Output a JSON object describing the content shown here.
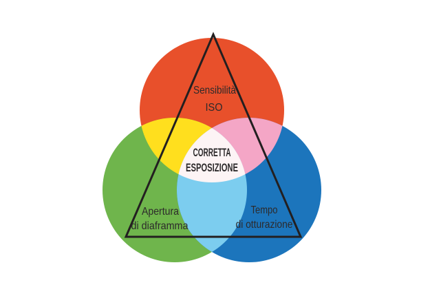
{
  "diagram": {
    "top_circle": {
      "line1": "Sensibilità",
      "line2": "ISO"
    },
    "left_circle": {
      "line1": "Apertura",
      "line2": "di diaframma"
    },
    "right_circle": {
      "line1": "Tempo",
      "line2": "di otturazione"
    },
    "center_region": {
      "line1": "CORRETTA",
      "line2": "ESPOSIZIONE"
    }
  },
  "colors": {
    "background": "#FFFFFF",
    "red": "#E8502B",
    "green": "#6FB54C",
    "blue": "#1C75BC",
    "yellow": "#FFDF1E",
    "pink": "#F4A6C6",
    "cyan": "#7CCDEF",
    "center": "#FDF4F5",
    "triangle": "#231F20",
    "text": "#2D2A2B"
  }
}
